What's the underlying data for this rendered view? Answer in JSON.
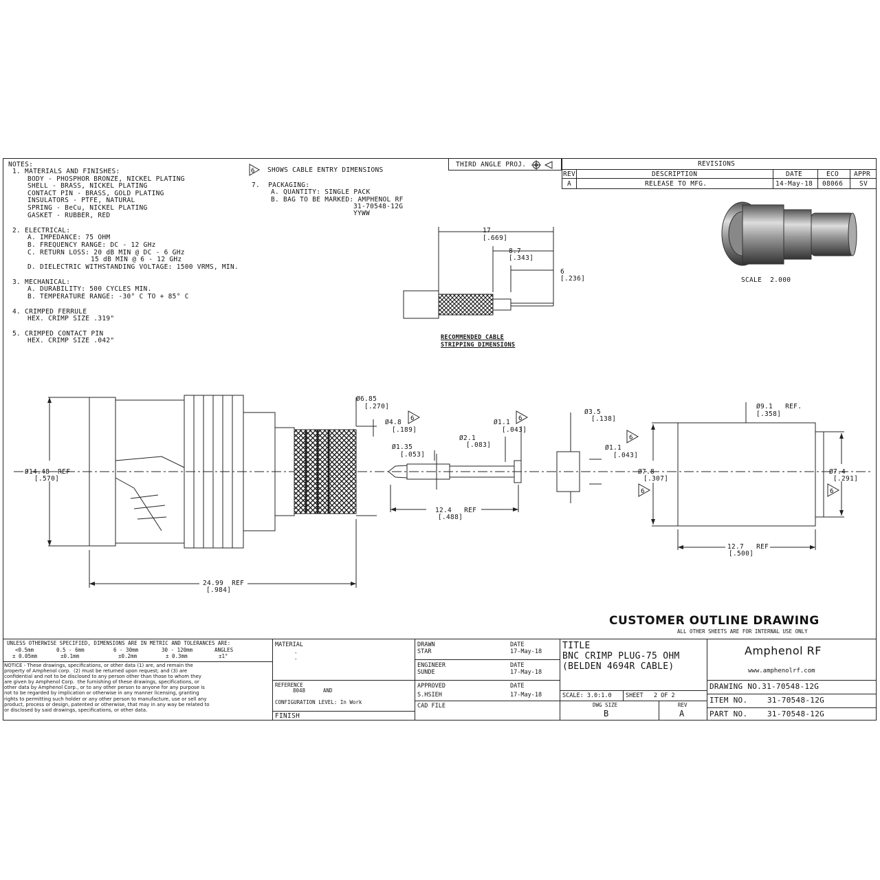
{
  "notes": {
    "header": "NOTES:",
    "n1": "1. MATERIALS AND FINISHES:",
    "n1_items": [
      "BODY - PHOSPHOR BRONZE, NICKEL PLATING",
      "SHELL - BRASS, NICKEL PLATING",
      "CONTACT PIN - BRASS, GOLD PLATING",
      "INSULATORS - PTFE, NATURAL",
      "SPRING - BeCu, NICKEL PLATING",
      "GASKET - RUBBER, RED"
    ],
    "n2": "2. ELECTRICAL:",
    "n2_items": [
      "A. IMPEDANCE: 75 OHM",
      "B. FREQUENCY RANGE: DC - 12 GHz",
      "C. RETURN LOSS: 20 dB MIN @ DC - 6 GHz",
      "15 dB MIN @ 6 - 12 GHz",
      "D. DIELECTRIC WITHSTANDING VOLTAGE: 1500 VRMS, MIN."
    ],
    "n3": "3. MECHANICAL:",
    "n3_items": [
      "A. DURABILITY: 500 CYCLES MIN.",
      "B. TEMPERATURE RANGE: -30° C TO + 85° C"
    ],
    "n4": "4. CRIMPED FERRULE",
    "n4_item": "HEX. CRIMP SIZE .319\"",
    "n5": "5. CRIMPED CONTACT PIN",
    "n5_item": "HEX. CRIMP SIZE .042\"",
    "n6_flag": "6",
    "n6": "SHOWS CABLE ENTRY DIMENSIONS",
    "n7": "7.  PACKAGING:",
    "n7_items": [
      "A. QUANTITY: SINGLE PACK",
      "B. BAG TO BE MARKED: AMPHENOL RF"
    ],
    "n7_part": "31-70548-12G",
    "n7_code": "YYWW"
  },
  "projection": "THIRD ANGLE PROJ.",
  "revisions": {
    "title": "REVISIONS",
    "headers": [
      "REV",
      "DESCRIPTION",
      "DATE",
      "ECO",
      "APPR"
    ],
    "rows": [
      [
        "A",
        "RELEASE TO MFG.",
        "14-May-18",
        "08066",
        "SV"
      ]
    ]
  },
  "iso_scale": "SCALE  2.000",
  "stripping": {
    "dims": [
      {
        "v": "17",
        "i": "[.669]"
      },
      {
        "v": "8.7",
        "i": "[.343]"
      },
      {
        "v": "6",
        "i": "[.236]"
      }
    ],
    "caption1": "RECOMMENDED CABLE",
    "caption2": "STRIPPING DIMENSIONS"
  },
  "dims": {
    "d14_48": "Ø14.48  REF",
    "d14_48i": "[.570]",
    "d24_99": "24.99  REF",
    "d24_99i": "[.984]",
    "d6_85": "Ø6.85",
    "d6_85i": "[.270]",
    "d4_8": "Ø4.8",
    "d4_8i": "[.189]",
    "d1_35": "Ø1.35",
    "d1_35i": "[.053]",
    "d2_1": "Ø2.1",
    "d2_1i": "[.083]",
    "d1_1a": "Ø1.1",
    "d1_1ai": "[.043]",
    "d12_4": "12.4   REF",
    "d12_4i": "[.488]",
    "d3_5": "Ø3.5",
    "d3_5i": "[.138]",
    "d1_1b": "Ø1.1",
    "d1_1bi": "[.043]",
    "d9_1": "Ø9.1   REF.",
    "d9_1i": "[.358]",
    "d7_8": "Ø7.8",
    "d7_8i": "[.307]",
    "d7_4": "Ø7.4",
    "d7_4i": "[.291]",
    "d12_7": "12.7   REF",
    "d12_7i": "[.500]",
    "flag": "6"
  },
  "banner": {
    "title": "CUSTOMER OUTLINE DRAWING",
    "sub": "ALL OTHER SHEETS ARE FOR INTERNAL USE ONLY"
  },
  "tolerance": {
    "line1": "UNLESS OTHERWISE SPECIFIED, DIMENSIONS ARE IN METRIC AND TOLERANCES ARE:",
    "ranges": [
      "<0.5mm",
      "0.5 - 6mm",
      "6 - 30mm",
      "30 - 120mm",
      "ANGLES"
    ],
    "tols": [
      "± 0.05mm",
      "±0.1mm",
      "±0.2mm",
      "± 0.3mm",
      "±1°"
    ]
  },
  "notice": "NOTICE - These drawings, specifications, or other data (1) are, and remain the\nproperty of Amphenol corp.  (2) must be returned upon request; and (3) are\nconfidential and not to be disclosed to any person other than those to whom they\nare given by Amphenol Corp.  the furnishing of these drawings, specifications, or\nother data by Amphenol Corp., or to any other person to anyone for any purpose is\nnot to be regarded by implication or otherwise in any manner licensing, granting\nrights to permitting such holder or any other person to manufacture, use or sell any\nproduct, process or design, patented or otherwise, that may in any way be related to\nor disclosed by said drawings, specifications, or other data.",
  "material": {
    "label": "MATERIAL",
    "v1": "-",
    "v2": "-"
  },
  "reference": {
    "label": "REFERENCE",
    "v1": "8048",
    "v2": "AND"
  },
  "config": "CONFIGURATION LEVEL: In Work",
  "finish": "FINISH",
  "drawn": {
    "label": "DRAWN",
    "name": "STAR",
    "dl": "DATE",
    "date": "17-May-18"
  },
  "engineer": {
    "label": "ENGINEER",
    "name": "SUNDE",
    "dl": "DATE",
    "date": "17-May-18"
  },
  "approved": {
    "label": "APPROVED",
    "name": "S.HSIEH",
    "dl": "DATE",
    "date": "17-May-18"
  },
  "cadfile": "CAD FILE",
  "title_block": {
    "label": "TITLE",
    "l1": "BNC CRIMP PLUG-75 OHM",
    "l2": "(BELDEN 4694R CABLE)"
  },
  "scale": "SCALE: 3.0:1.0",
  "sheet": "SHEET   2 OF 2",
  "dwgsize_l": "DWG SIZE",
  "dwgsize": "B",
  "rev_l": "REV",
  "rev": "A",
  "company": "Amphenol RF",
  "website": "www.amphenolrf.com",
  "drawing_no": "DRAWING NO.31-70548-12G",
  "item_no_l": "ITEM NO.",
  "item_no": "31-70548-12G",
  "part_no_l": "PART NO.",
  "part_no": "31-70548-12G"
}
